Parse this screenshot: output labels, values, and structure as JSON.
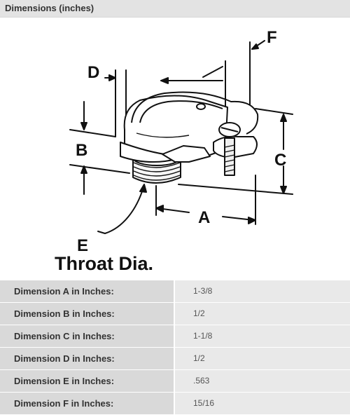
{
  "header": {
    "title": "Dimensions (inches)"
  },
  "diagram": {
    "letters": {
      "a": "A",
      "b": "B",
      "c": "C",
      "d": "D",
      "e": "E",
      "f": "F"
    },
    "throat_label": "Throat Dia."
  },
  "table": {
    "rows": [
      {
        "label": "Dimension A in Inches:",
        "value": "1-3/8"
      },
      {
        "label": "Dimension B in Inches:",
        "value": "1/2"
      },
      {
        "label": "Dimension C in Inches:",
        "value": "1-1/8"
      },
      {
        "label": "Dimension D in Inches:",
        "value": "1/2"
      },
      {
        "label": "Dimension E in Inches:",
        "value": ".563"
      },
      {
        "label": "Dimension F in Inches:",
        "value": "15/16"
      }
    ]
  }
}
